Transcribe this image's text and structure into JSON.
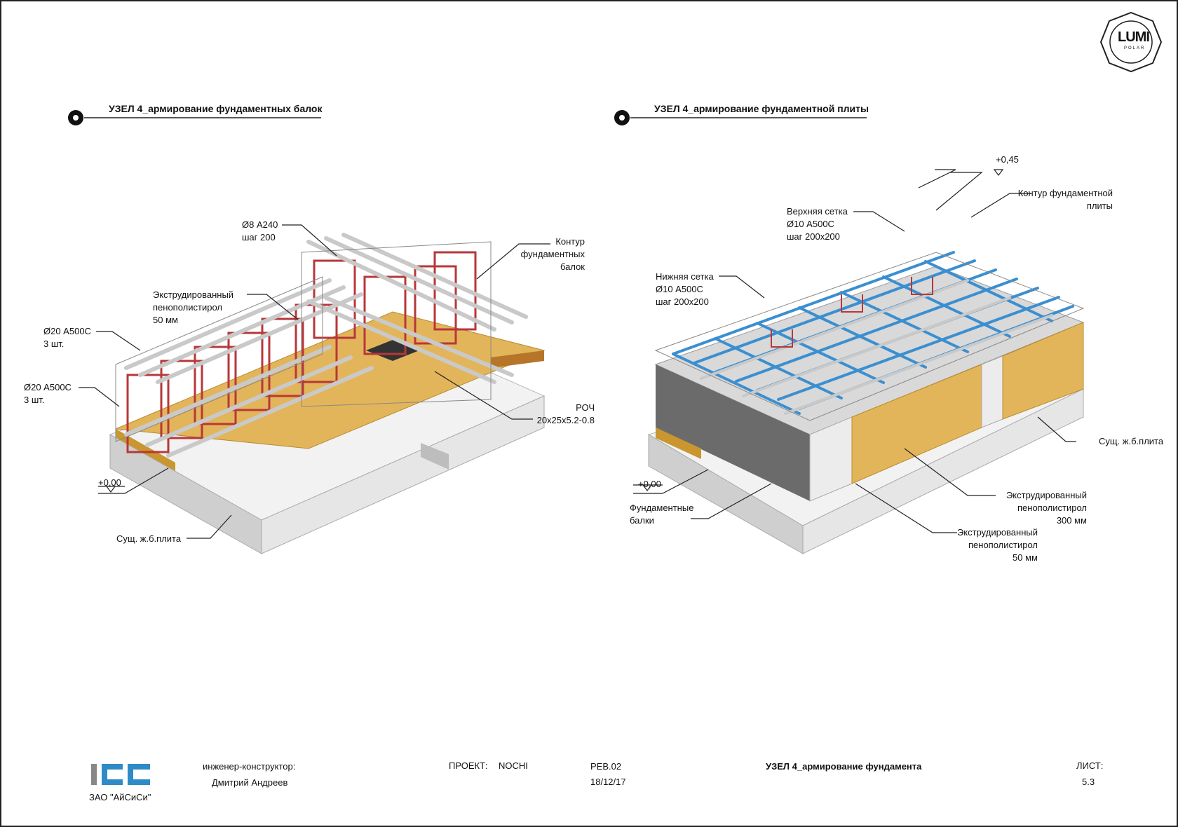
{
  "brand": {
    "logo_text": "LUMI",
    "logo_sub": "POLAR"
  },
  "left_view": {
    "title": "УЗЕЛ 4_армирование фундаментных балок",
    "labels": {
      "stirrup": "Ø8 А240\nшаг 200",
      "contour": "Контур\nфундаментных\nбалок",
      "eps": "Экструдированный\nпенополистирол\n50 мм",
      "top_bars": "Ø20 А500С\n3 шт.",
      "bottom_bars": "Ø20 А500С\n3 шт.",
      "roch": "РОЧ\n20х25х5.2-0.8",
      "elevation": "+0,00",
      "slab": "Сущ. ж.б.плита"
    }
  },
  "right_view": {
    "title": "УЗЕЛ 4_армирование фундаментной плиты",
    "labels": {
      "elevation_top": "+0,45",
      "contour": "Контур фундаментной\nплиты",
      "top_mesh": "Верхняя сетка\nØ10 А500С\nшаг 200х200",
      "bottom_mesh": "Нижняя сетка\nØ10 А500С\nшаг 200х200",
      "slab": "Сущ. ж.б.плита",
      "elevation": "+0,00",
      "beams": "Фундаментные\nбалки",
      "eps300": "Экструдированный\nпенополистирол\n300 мм",
      "eps50": "Экструдированный\nпенополистирол\n50 мм"
    }
  },
  "footer": {
    "company": "ЗАО \"АйСиСи\"",
    "role": "инженер-конструктор:",
    "engineer": "Дмитрий Андреев",
    "project_label": "ПРОЕКТ:",
    "project_name": "NOCHI",
    "rev": "РЕВ.02",
    "date": "18/12/17",
    "sheet_title": "УЗЕЛ 4_армирование фундамента",
    "sheet_label": "ЛИСТ:",
    "sheet_no": "5.3"
  },
  "colors": {
    "insulation": "#e3b55a",
    "concrete_top": "#f2f2f2",
    "concrete_side": "#cfcfcf",
    "concrete_dark": "#6b6b6b",
    "rebar": "#c9c9c9",
    "stirrup": "#b8373a",
    "mesh": "#3b8fd0"
  }
}
